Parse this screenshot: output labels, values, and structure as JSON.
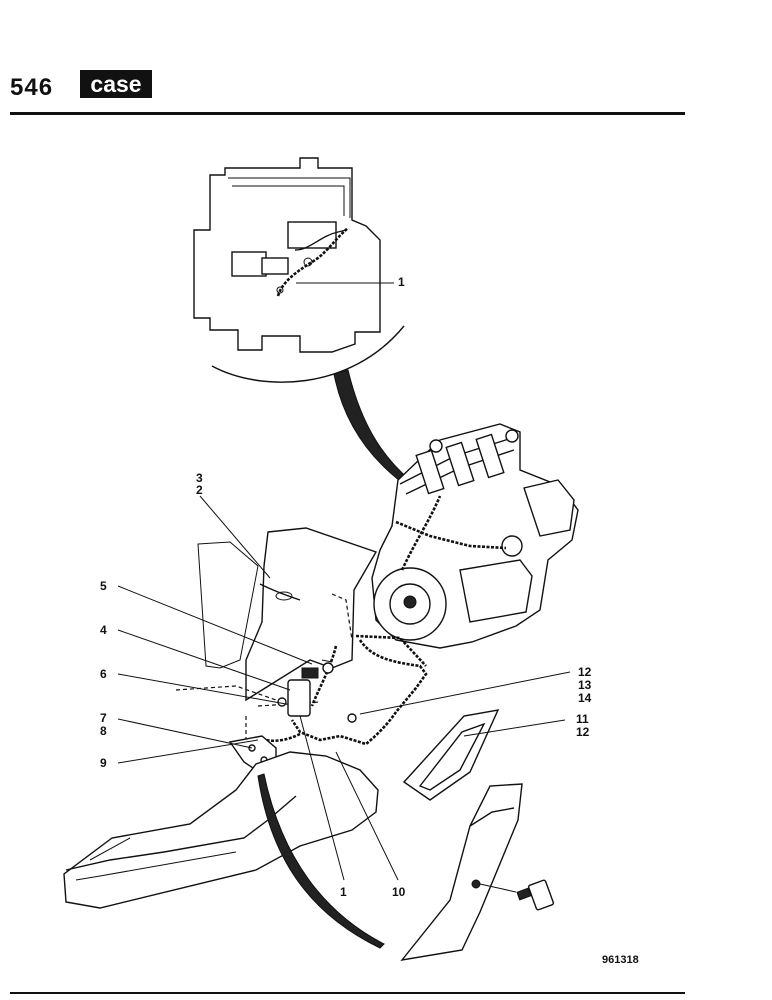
{
  "header": {
    "model": "546",
    "logo_text": "case"
  },
  "callouts": [
    {
      "id": "c-1-top",
      "text": "1"
    },
    {
      "id": "c-3",
      "text": "3"
    },
    {
      "id": "c-2",
      "text": "2"
    },
    {
      "id": "c-5",
      "text": "5"
    },
    {
      "id": "c-4",
      "text": "4"
    },
    {
      "id": "c-6",
      "text": "6"
    },
    {
      "id": "c-7",
      "text": "7"
    },
    {
      "id": "c-8",
      "text": "8"
    },
    {
      "id": "c-9",
      "text": "9"
    },
    {
      "id": "c-12a",
      "text": "12"
    },
    {
      "id": "c-13",
      "text": "13"
    },
    {
      "id": "c-14",
      "text": "14"
    },
    {
      "id": "c-11",
      "text": "11"
    },
    {
      "id": "c-12b",
      "text": "12"
    },
    {
      "id": "c-1-bottom",
      "text": "1"
    },
    {
      "id": "c-10",
      "text": "10"
    }
  ],
  "figure_number": "961318"
}
